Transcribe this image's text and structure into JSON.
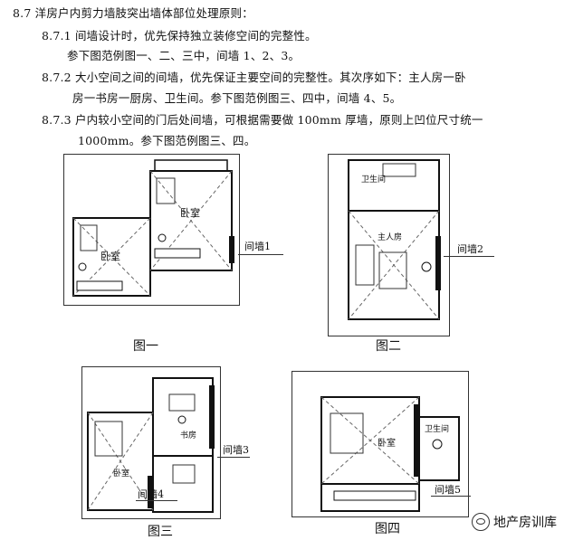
{
  "text": {
    "h8_7": "8.7  洋房户内剪力墙肢突出墙体部位处理原则：",
    "p8_7_1a": "8.7.1 间墙设计时，优先保持独立装修空间的完整性。",
    "p8_7_1b": "参下图范例图一、二、三中，间墙 1、2、3。",
    "p8_7_2a": "8.7.2 大小空间之间的间墙，优先保证主要空间的完整性。其次序如下：主人房一卧",
    "p8_7_2b": "房一书房一厨房、卫生间。参下图范例图三、四中，间墙 4、5。",
    "p8_7_3a": "8.7.3 户内较小空间的门后处间墙，可根据需要做 100mm 厚墙，原则上凹位尺寸统一",
    "p8_7_3b": "1000mm。参下图范例图三、四。"
  },
  "figures": [
    {
      "caption": "图一",
      "callout": "间墙1",
      "rooms": [
        "卧室",
        "卧室"
      ]
    },
    {
      "caption": "图二",
      "callout": "间墙2",
      "rooms": [
        "卫生间",
        "主人房"
      ]
    },
    {
      "caption": "图三",
      "callout": "间墙3",
      "callout2": "间墙4",
      "rooms": [
        "书房",
        "卧室"
      ]
    },
    {
      "caption": "图四",
      "callout": "间墙5",
      "rooms": [
        "卧室",
        "卫生间"
      ]
    }
  ],
  "watermark": "地产房训库",
  "icons": {
    "watermark": "wechat-icon"
  }
}
